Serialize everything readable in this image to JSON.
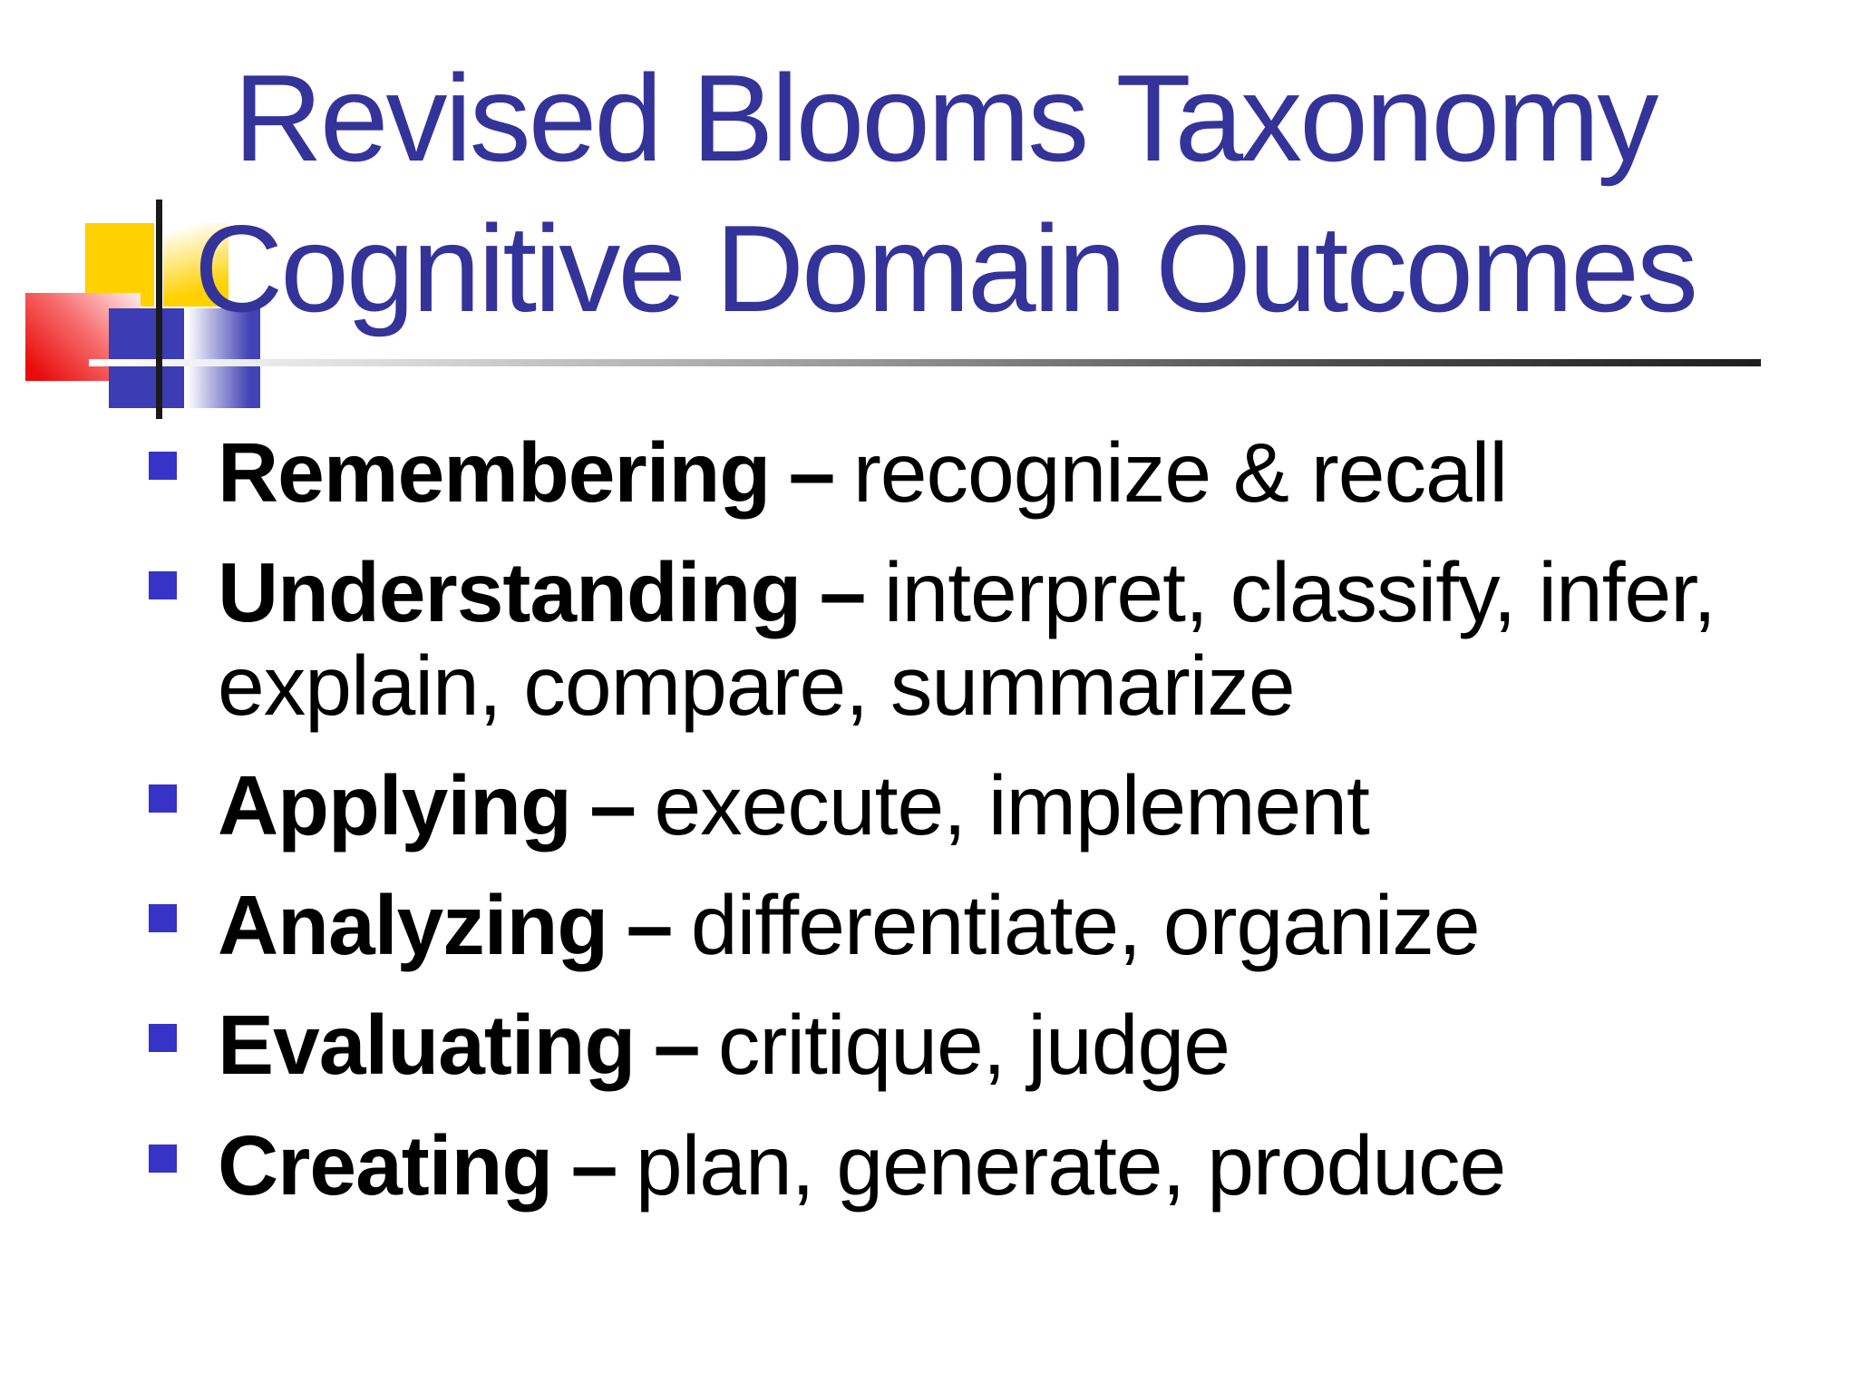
{
  "slide": {
    "title": {
      "line1": "Revised Blooms Taxonomy",
      "line2": "Cognitive Domain Outcomes"
    },
    "bullets": [
      {
        "term": "Remembering",
        "sep": "–",
        "detail": "recognize & recall"
      },
      {
        "term": "Understanding",
        "sep": "–",
        "detail": "interpret, classify, infer,",
        "detail2": "explain, compare, summarize"
      },
      {
        "term": "Applying",
        "sep": "–",
        "detail": "execute, implement"
      },
      {
        "term": "Analyzing",
        "sep": "–",
        "detail": "differentiate, organize"
      },
      {
        "term": "Evaluating",
        "sep": "–",
        "detail": "critique, judge"
      },
      {
        "term": "Creating",
        "sep": "–",
        "detail": "plan, generate, produce"
      }
    ],
    "colors": {
      "title_text": "#333399",
      "body_text": "#000000",
      "bullet_marker": "#3733C7",
      "decor_yellow": "#FFD100",
      "decor_red": "#E90A0A",
      "decor_blue": "#3C3CB4",
      "divider_dark_end": "#1E1E1E",
      "vertical_line": "#1A1A1A"
    }
  }
}
